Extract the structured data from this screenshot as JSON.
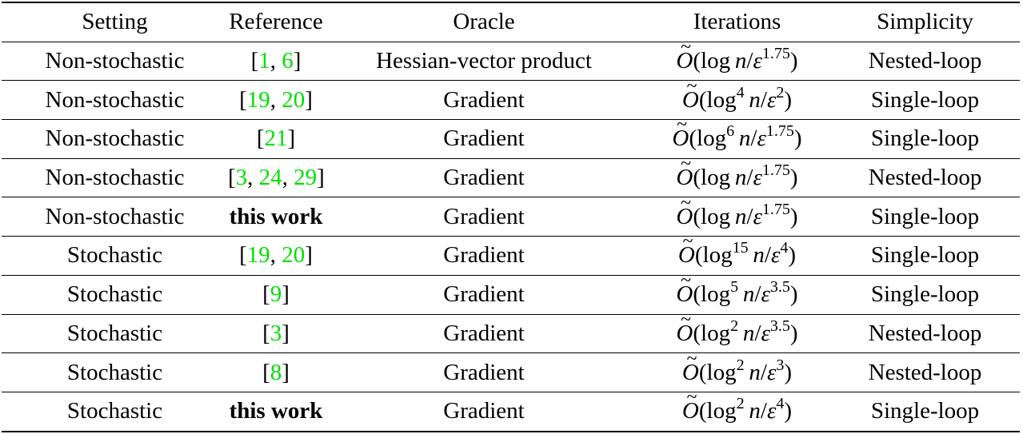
{
  "table": {
    "headers": [
      "Setting",
      "Reference",
      "Oracle",
      "Iterations",
      "Simplicity"
    ],
    "cite_color": "#00e000",
    "rows": [
      {
        "setting": "Non-stochastic",
        "ref_open": "[",
        "refs": [
          "1",
          "6"
        ],
        "ref_close": "]",
        "ref_bold": null,
        "oracle": "Hessian-vector product",
        "iter": {
          "O": "O",
          "log": "log",
          "log_exp": "",
          "n": "n",
          "eps": "ε",
          "eps_exp": "1.75",
          "text": "Õ(log n/ε^1.75)"
        },
        "simplicity": "Nested-loop"
      },
      {
        "setting": "Non-stochastic",
        "ref_open": "[",
        "refs": [
          "19",
          "20"
        ],
        "ref_close": "]",
        "ref_bold": null,
        "oracle": "Gradient",
        "iter": {
          "O": "O",
          "log": "log",
          "log_exp": "4",
          "n": "n",
          "eps": "ε",
          "eps_exp": "2",
          "text": "Õ(log^4 n/ε^2)"
        },
        "simplicity": "Single-loop"
      },
      {
        "setting": "Non-stochastic",
        "ref_open": "[",
        "refs": [
          "21"
        ],
        "ref_close": "]",
        "ref_bold": null,
        "oracle": "Gradient",
        "iter": {
          "O": "O",
          "log": "log",
          "log_exp": "6",
          "n": "n",
          "eps": "ε",
          "eps_exp": "1.75",
          "text": "Õ(log^6 n/ε^1.75)"
        },
        "simplicity": "Single-loop"
      },
      {
        "setting": "Non-stochastic",
        "ref_open": "[",
        "refs": [
          "3",
          "24",
          "29"
        ],
        "ref_close": "]",
        "ref_bold": null,
        "oracle": "Gradient",
        "iter": {
          "O": "O",
          "log": "log",
          "log_exp": "",
          "n": "n",
          "eps": "ε",
          "eps_exp": "1.75",
          "text": "Õ(log n/ε^1.75)"
        },
        "simplicity": "Nested-loop"
      },
      {
        "setting": "Non-stochastic",
        "ref_open": "",
        "refs": [],
        "ref_close": "",
        "ref_bold": "this work",
        "oracle": "Gradient",
        "iter": {
          "O": "O",
          "log": "log",
          "log_exp": "",
          "n": "n",
          "eps": "ε",
          "eps_exp": "1.75",
          "text": "Õ(log n/ε^1.75)"
        },
        "simplicity": "Single-loop"
      },
      {
        "setting": "Stochastic",
        "ref_open": "[",
        "refs": [
          "19",
          "20"
        ],
        "ref_close": "]",
        "ref_bold": null,
        "oracle": "Gradient",
        "iter": {
          "O": "O",
          "log": "log",
          "log_exp": "15",
          "n": "n",
          "eps": "ε",
          "eps_exp": "4",
          "text": "Õ(log^15 n/ε^4)"
        },
        "simplicity": "Single-loop"
      },
      {
        "setting": "Stochastic",
        "ref_open": "[",
        "refs": [
          "9"
        ],
        "ref_close": "]",
        "ref_bold": null,
        "oracle": "Gradient",
        "iter": {
          "O": "O",
          "log": "log",
          "log_exp": "5",
          "n": "n",
          "eps": "ε",
          "eps_exp": "3.5",
          "text": "Õ(log^5 n/ε^3.5)"
        },
        "simplicity": "Single-loop"
      },
      {
        "setting": "Stochastic",
        "ref_open": "[",
        "refs": [
          "3"
        ],
        "ref_close": "]",
        "ref_bold": null,
        "oracle": "Gradient",
        "iter": {
          "O": "O",
          "log": "log",
          "log_exp": "2",
          "n": "n",
          "eps": "ε",
          "eps_exp": "3.5",
          "text": "Õ(log^2 n/ε^3.5)"
        },
        "simplicity": "Nested-loop"
      },
      {
        "setting": "Stochastic",
        "ref_open": "[",
        "refs": [
          "8"
        ],
        "ref_close": "]",
        "ref_bold": null,
        "oracle": "Gradient",
        "iter": {
          "O": "O",
          "log": "log",
          "log_exp": "2",
          "n": "n",
          "eps": "ε",
          "eps_exp": "3",
          "text": "Õ(log^2 n/ε^3)"
        },
        "simplicity": "Nested-loop"
      },
      {
        "setting": "Stochastic",
        "ref_open": "",
        "refs": [],
        "ref_close": "",
        "ref_bold": "this work",
        "oracle": "Gradient",
        "iter": {
          "O": "O",
          "log": "log",
          "log_exp": "2",
          "n": "n",
          "eps": "ε",
          "eps_exp": "4",
          "text": "Õ(log^2 n/ε^4)"
        },
        "simplicity": "Single-loop"
      }
    ]
  }
}
